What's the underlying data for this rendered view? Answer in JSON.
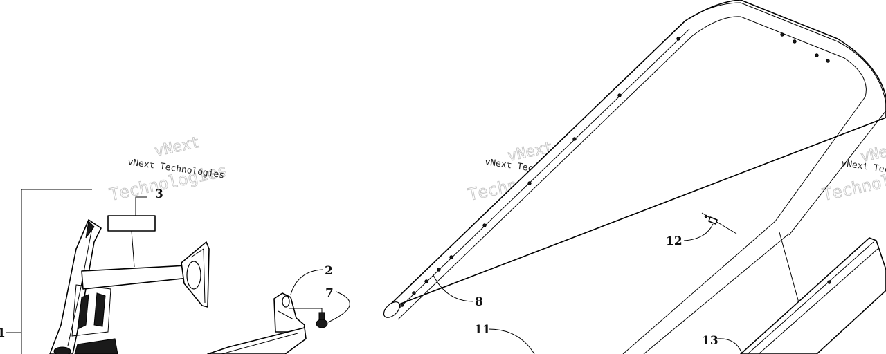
{
  "diagram": {
    "callouts": [
      "1",
      "2",
      "3",
      "7",
      "8",
      "11",
      "12",
      "13"
    ],
    "watermark": {
      "line1": "vNext Technologies",
      "outline_top": "vNext",
      "outline_bottom": "Technologies"
    }
  }
}
